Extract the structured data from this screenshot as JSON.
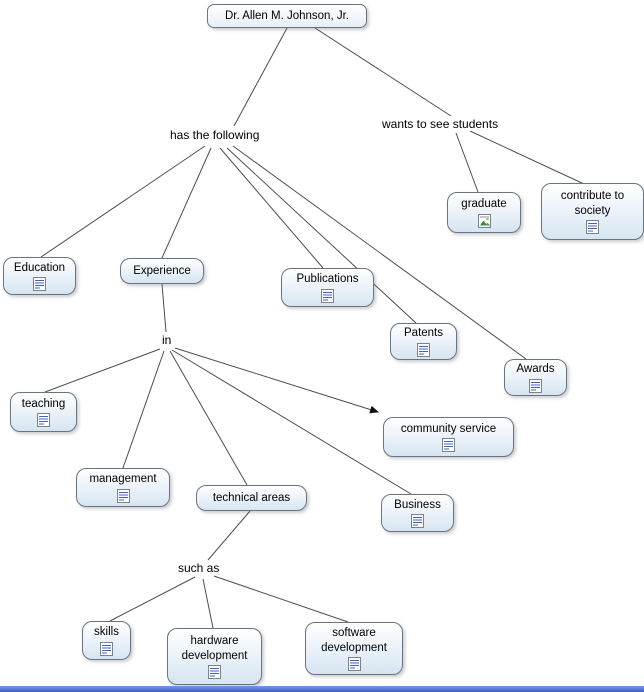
{
  "root": {
    "label": "Dr. Allen M. Johnson, Jr."
  },
  "linking_phrases": {
    "has_following": "has the following",
    "wants_students": "wants to see students",
    "in": "in",
    "such_as": "such as"
  },
  "concepts": {
    "graduate": "graduate",
    "contribute": "contribute to society",
    "education": "Education",
    "experience": "Experience",
    "publications": "Publications",
    "patents": "Patents",
    "awards": "Awards",
    "teaching": "teaching",
    "management": "management",
    "technical_areas": "technical areas",
    "community_service": "community service",
    "business": "Business",
    "skills": "skills",
    "hardware": "hardware development",
    "software": "software development"
  },
  "icons": {
    "resource": "document-lines-icon",
    "graduate_resource": "picture-image-icon"
  },
  "colors": {
    "node_fill_top": "#ffffff",
    "node_fill_bottom": "#d7e5f2",
    "node_border": "#68757f",
    "line": "#4d4d4d",
    "bottom_bar": "#3c5fc0",
    "text": "#000000"
  }
}
